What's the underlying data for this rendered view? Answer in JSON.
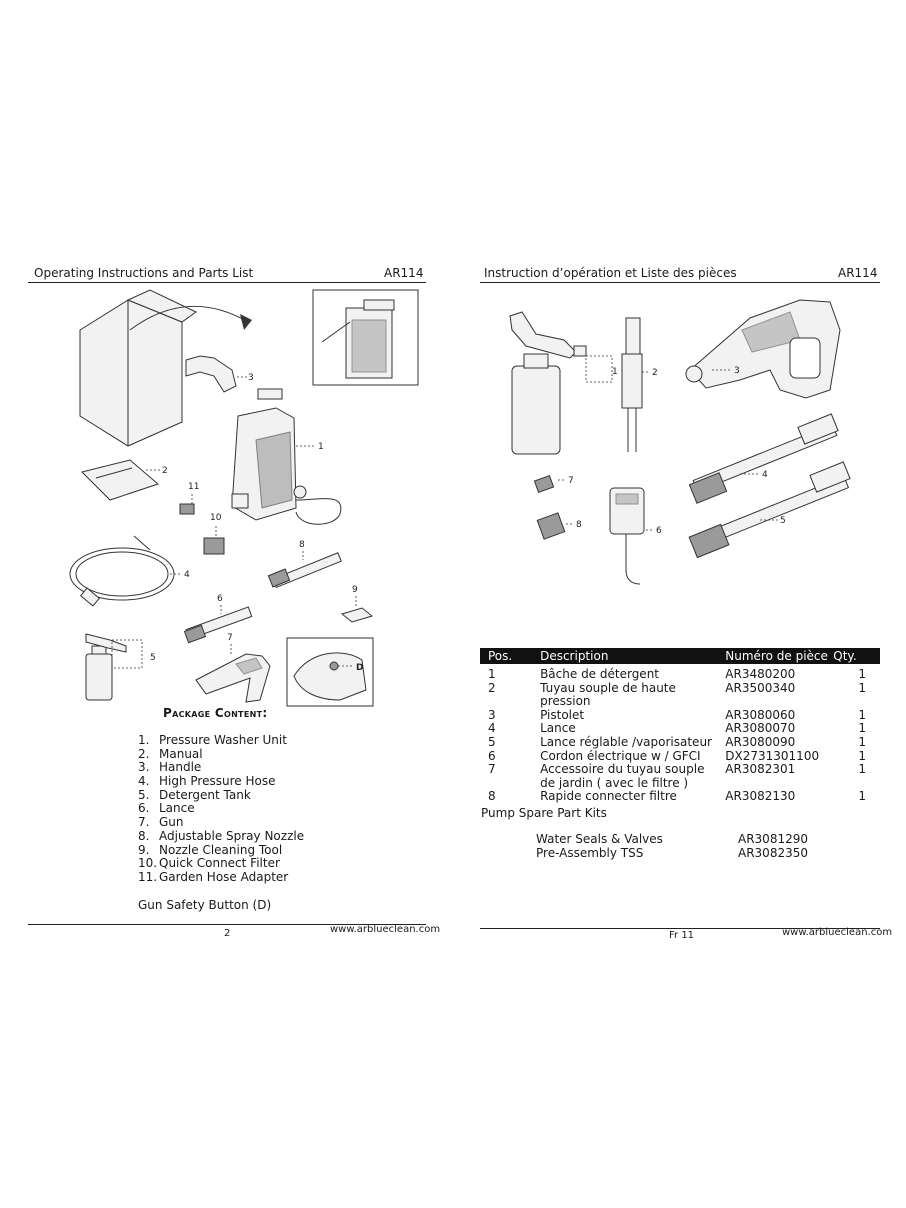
{
  "left_page": {
    "header_title": "Operating Instructions and Parts List",
    "model": "AR114",
    "callouts": [
      "1",
      "2",
      "3",
      "4",
      "5",
      "6",
      "7",
      "8",
      "9",
      "10",
      "11",
      "D"
    ],
    "package_title": "Package Content:",
    "package_items": [
      {
        "num": "1.",
        "label": "Pressure Washer Unit"
      },
      {
        "num": "2.",
        "label": "Manual"
      },
      {
        "num": "3.",
        "label": "Handle"
      },
      {
        "num": "4.",
        "label": "High Pressure Hose"
      },
      {
        "num": "5.",
        "label": "Detergent Tank"
      },
      {
        "num": "6.",
        "label": "Lance"
      },
      {
        "num": "7.",
        "label": "Gun"
      },
      {
        "num": "8.",
        "label": "Adjustable Spray Nozzle"
      },
      {
        "num": "9.",
        "label": "Nozzle Cleaning Tool"
      },
      {
        "num": "10.",
        "label": "Quick Connect Filter"
      },
      {
        "num": "11.",
        "label": "Garden Hose Adapter"
      }
    ],
    "safety_note": "Gun Safety Button (D)",
    "page_number": "2",
    "website": "www.arblueclean.com"
  },
  "right_page": {
    "header_title": "Instruction d’opération et Liste des pièces",
    "model": "AR114",
    "callouts": [
      "1",
      "2",
      "3",
      "4",
      "5",
      "6",
      "7",
      "8"
    ],
    "table_headers": {
      "pos": "Pos.",
      "description": "Description",
      "part_number": "Numéro de pièce",
      "qty": "Qty."
    },
    "parts": [
      {
        "pos": "1",
        "description": "Bâche de détergent",
        "part_number": "AR3480200",
        "qty": "1"
      },
      {
        "pos": "2",
        "description": "Tuyau souple de haute pression",
        "part_number": "AR3500340",
        "qty": "1"
      },
      {
        "pos": "3",
        "description": "Pistolet",
        "part_number": "AR3080060",
        "qty": "1"
      },
      {
        "pos": "4",
        "description": "Lance",
        "part_number": "AR3080070",
        "qty": "1"
      },
      {
        "pos": "5",
        "description": "Lance réglable /vaporisateur",
        "part_number": "AR3080090",
        "qty": "1"
      },
      {
        "pos": "6",
        "description": "Cordon électrique w / GFCI",
        "part_number": "DX2731301100",
        "qty": "1"
      },
      {
        "pos": "7",
        "description": "Accessoire du tuyau souple",
        "description2": "de jardin ( avec le filtre )",
        "part_number": "AR3082301",
        "qty": "1"
      },
      {
        "pos": "8",
        "description": "Rapide connecter filtre",
        "part_number": "AR3082130",
        "qty": "1"
      }
    ],
    "kits_title": "Pump Spare Part Kits",
    "kits": [
      {
        "name": "Water Seals & Valves",
        "part_number": "AR3081290"
      },
      {
        "name": "Pre-Assembly TSS",
        "part_number": "AR3082350"
      }
    ],
    "page_number": "Fr 11",
    "website": "www.arblueclean.com"
  }
}
